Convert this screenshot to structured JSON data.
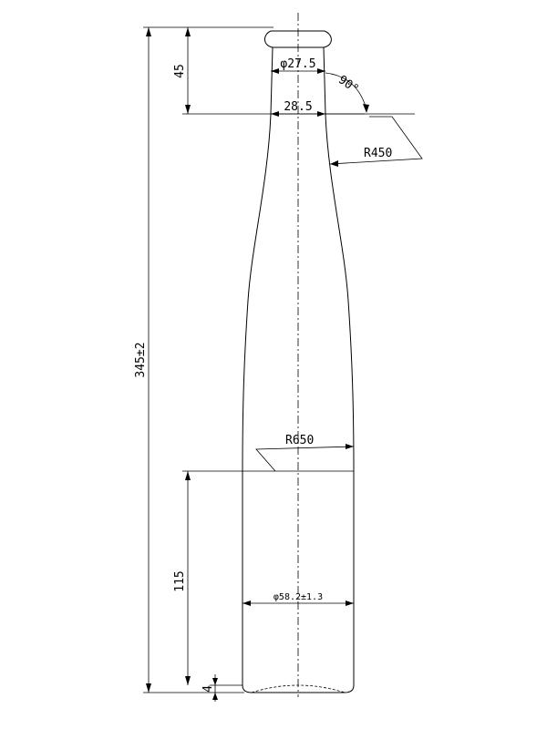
{
  "dimensions": {
    "total_height": "345±2",
    "neck_height": "45",
    "body_height": "115",
    "base_height": "4",
    "lip_diameter": "φ27.5",
    "neck_diameter": "28.5",
    "body_diameter": "φ58.2±1.3",
    "shoulder_radius": "R450",
    "body_radius": "R650",
    "angle": "90°"
  }
}
